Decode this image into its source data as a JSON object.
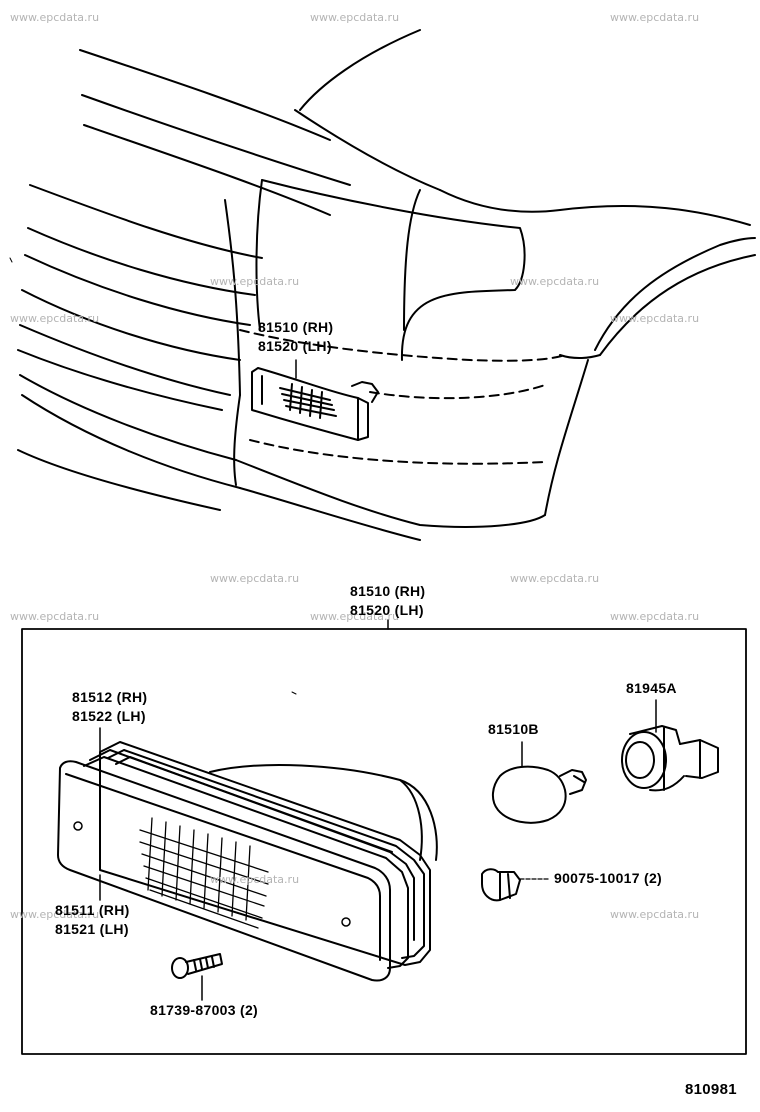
{
  "watermark": "www.epcdata.ru",
  "callouts": {
    "side_marker_rh": "81510 (RH)",
    "side_marker_lh": "81520 (LH)",
    "assembly_rh": "81510 (RH)",
    "assembly_lh": "81520 (LH)",
    "housing_rh": "81512 (RH)",
    "housing_lh": "81522 (LH)",
    "lens_rh": "81511 (RH)",
    "lens_lh": "81521 (LH)",
    "bulb": "81510B",
    "socket": "81945A",
    "clip": "90075-10017 (2)",
    "screw": "81739-87003 (2)"
  },
  "figure_code": "810981"
}
